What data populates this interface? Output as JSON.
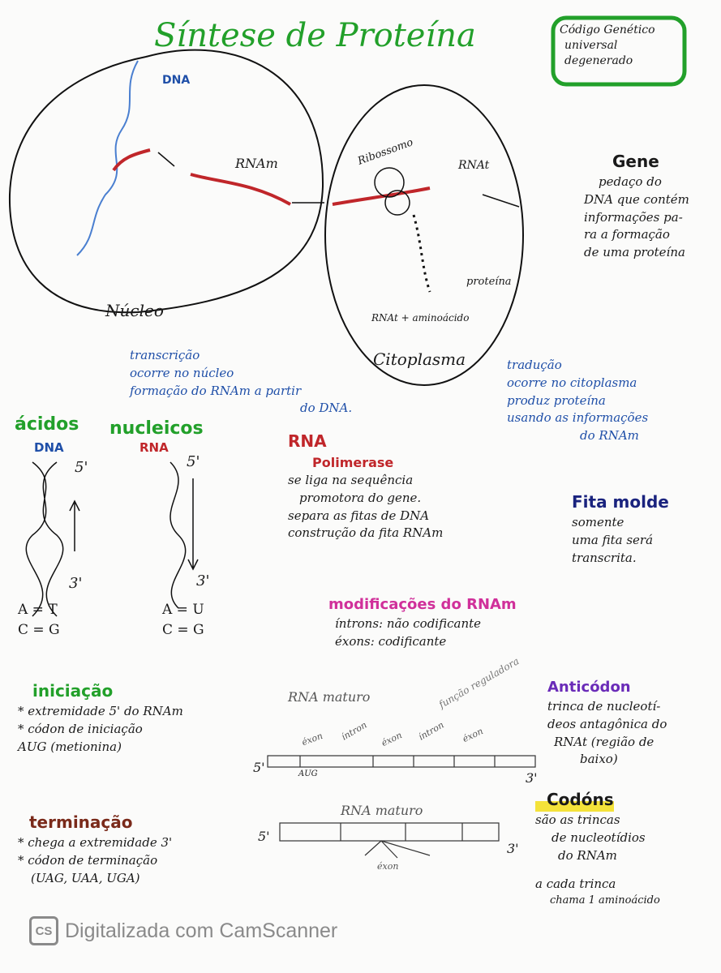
{
  "title": "Síntese de Proteína",
  "codigo_box": {
    "title": "Código Genético",
    "items": [
      "universal",
      "degenerado"
    ]
  },
  "diagram": {
    "dna": "DNA",
    "rna_m": "RNAm",
    "ribossomo": "Ribossomo",
    "rna_t": "RNAt",
    "proteina": "proteína",
    "rna_t_aa": "RNAt + aminoácido",
    "nucleo": "Núcleo",
    "citoplasma": "Citoplasma"
  },
  "gene": {
    "title": "Gene",
    "lines": [
      "pedaço do",
      "DNA que contém",
      "informações pa-",
      "ra a formação",
      "de uma proteína"
    ]
  },
  "transcricao": {
    "title": "transcrição",
    "lines": [
      "ocorre no núcleo",
      "formação do RNAm a partir",
      "do DNA."
    ]
  },
  "traducao": {
    "title": "tradução",
    "lines": [
      "ocorre no citoplasma",
      "produz proteína",
      "usando as informações",
      "do RNAm"
    ]
  },
  "acidos": {
    "title_1": "ácidos",
    "title_2": "nucleicos",
    "dna_label": "DNA",
    "rna_label": "RNA",
    "five": "5'",
    "three": "3'",
    "dna_pairs": [
      "A = T",
      "C = G"
    ],
    "rna_pairs": [
      "A = U",
      "C = G"
    ]
  },
  "polimerase": {
    "title": "RNA",
    "subtitle": "Polimerase",
    "lines": [
      "se liga na sequência",
      "promotora do gene.",
      "separa as fitas de DNA",
      "construção da fita RNAm"
    ]
  },
  "fita_molde": {
    "title": "Fita molde",
    "lines": [
      "somente",
      "uma fita será",
      "transcrita."
    ]
  },
  "modificacoes": {
    "title": "modificações do RNAm",
    "lines": [
      "íntrons: não codificante",
      "éxons: codificante"
    ]
  },
  "splicing": {
    "label_1": "RNA maturo",
    "segments": [
      "éxon",
      "íntron",
      "éxon",
      "íntron",
      "éxon"
    ],
    "note": "função reguladora",
    "aug": "AUG",
    "five": "5'",
    "three": "3'",
    "label_2": "RNA maturo",
    "exon": "éxon"
  },
  "iniciacao": {
    "title": "iniciação",
    "lines": [
      "extremidade 5' do RNAm",
      "códon de iniciação",
      "AUG (metionina)"
    ]
  },
  "terminacao": {
    "title": "terminação",
    "lines": [
      "chega a extremidade 3'",
      "códon de terminação",
      "(UAG, UAA, UGA)"
    ]
  },
  "anticodon": {
    "title": "Anticódon",
    "lines": [
      "trinca de nucleotí-",
      "deos antagônica do",
      "RNAt (região de",
      "baixo)"
    ]
  },
  "codons": {
    "title": "Codóns",
    "lines": [
      "são as trincas",
      "de nucleotídios",
      "do RNAm",
      "a cada trinca",
      "chama 1 aminoácido"
    ]
  },
  "watermark": {
    "logo": "CS",
    "text": "Digitalizada com CamScanner"
  },
  "colors": {
    "green": "#22a02a",
    "red": "#c0262a",
    "blue": "#1f4fa8",
    "navy": "#1a237e",
    "magenta": "#d0309a",
    "purple": "#6a2bb8",
    "yellow": "#f4e23a"
  }
}
